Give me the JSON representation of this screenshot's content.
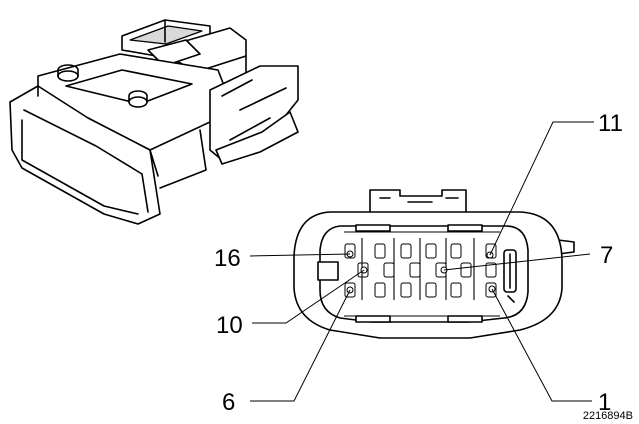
{
  "callouts": {
    "pin_11": "11",
    "pin_16": "16",
    "pin_7": "7",
    "pin_10": "10",
    "pin_6": "6",
    "pin_1": "1"
  },
  "reference_code": "2216894B",
  "colors": {
    "line": "#000000",
    "background": "#ffffff",
    "shade": "#d9d9d9"
  }
}
